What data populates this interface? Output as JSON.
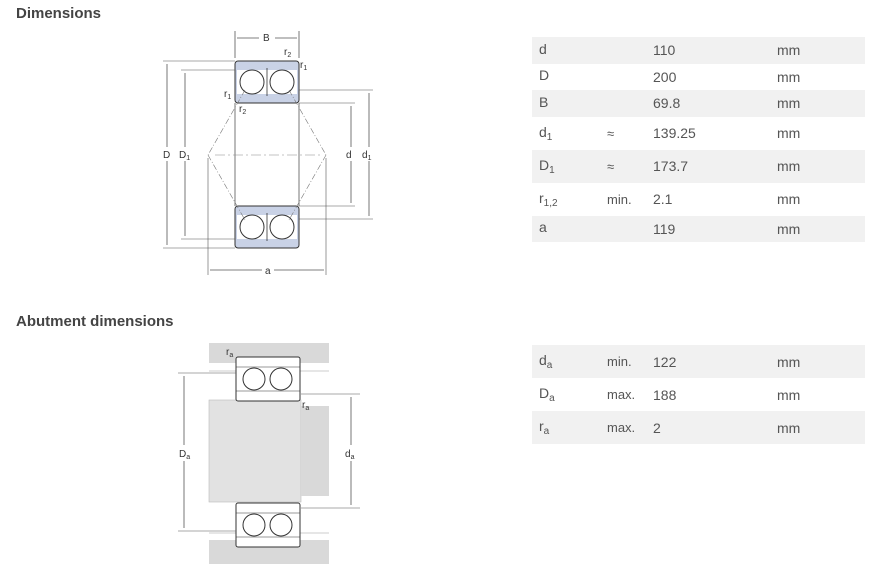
{
  "dimensions": {
    "title": "Dimensions",
    "rows": [
      {
        "sym": "d",
        "sub": "",
        "qual": "",
        "value": "110",
        "unit": "mm"
      },
      {
        "sym": "D",
        "sub": "",
        "qual": "",
        "value": "200",
        "unit": "mm"
      },
      {
        "sym": "B",
        "sub": "",
        "qual": "",
        "value": "69.8",
        "unit": "mm"
      },
      {
        "sym": "d",
        "sub": "1",
        "qual": "≈",
        "value": "139.25",
        "unit": "mm"
      },
      {
        "sym": "D",
        "sub": "1",
        "qual": "≈",
        "value": "173.7",
        "unit": "mm"
      },
      {
        "sym": "r",
        "sub": "1,2",
        "qual": "min.",
        "value": "2.1",
        "unit": "mm"
      },
      {
        "sym": "a",
        "sub": "",
        "qual": "",
        "value": "119",
        "unit": "mm"
      }
    ]
  },
  "abutment": {
    "title": "Abutment dimensions",
    "rows": [
      {
        "sym": "d",
        "sub": "a",
        "qual": "min.",
        "value": "122",
        "unit": "mm"
      },
      {
        "sym": "D",
        "sub": "a",
        "qual": "max.",
        "value": "188",
        "unit": "mm"
      },
      {
        "sym": "r",
        "sub": "a",
        "qual": "max.",
        "value": "2",
        "unit": "mm"
      }
    ]
  },
  "diagram_labels": {
    "B": "B",
    "r1": "r",
    "r1_sub": "1",
    "r2": "r",
    "r2_sub": "2",
    "D": "D",
    "D1": "D",
    "D1_sub": "1",
    "d": "d",
    "d1": "d",
    "d1_sub": "1",
    "a": "a",
    "ra": "r",
    "ra_sub": "a",
    "Da": "D",
    "Da_sub": "a",
    "da": "d",
    "da_sub": "a"
  },
  "colors": {
    "ring": "#c9d2e6",
    "ring_stroke": "#333333",
    "housing": "#d9d9d9",
    "row_shade": "#f1f1f1"
  }
}
